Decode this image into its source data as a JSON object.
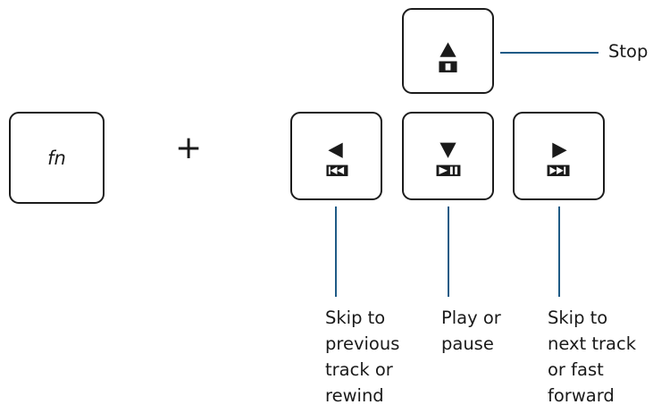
{
  "modifier_key": {
    "label": "fn"
  },
  "combiner": "+",
  "keys": {
    "stop": {
      "icon": "stop-icon",
      "label": "Stop"
    },
    "previous": {
      "icon": "skip-previous-icon",
      "label": "Skip to\nprevious\ntrack or\nrewind"
    },
    "play": {
      "icon": "play-pause-icon",
      "label": "Play or\npause"
    },
    "next": {
      "icon": "skip-next-icon",
      "label": "Skip to\nnext track\nor fast\nforward"
    }
  },
  "colors": {
    "key_border": "#1c1c1c",
    "leader_line": "#1f5b86",
    "text": "#1a1a1a"
  }
}
